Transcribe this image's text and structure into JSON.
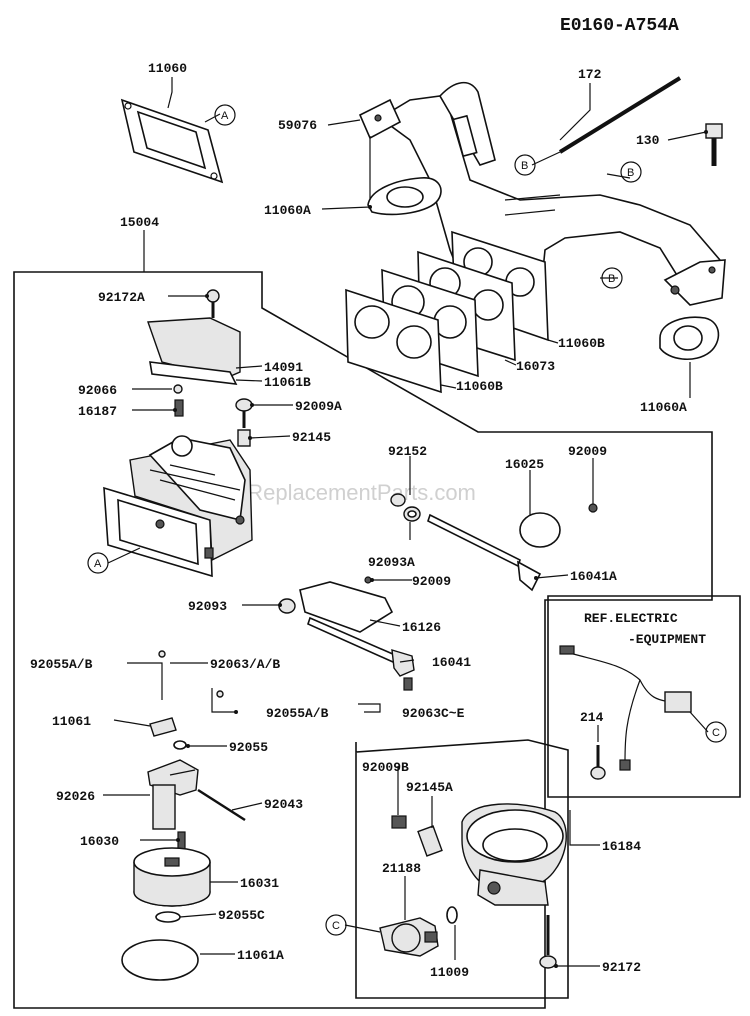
{
  "diagram_code": "E0160-A754A",
  "watermark": "eReplacementParts.com",
  "callout_letters": {
    "a": "A",
    "b": "B",
    "c": "C"
  },
  "box_labels": {
    "ref_line1": "REF.ELECTRIC",
    "ref_line2": "-EQUIPMENT"
  },
  "part_labels": {
    "p11060": "11060",
    "p172": "172",
    "p59076": "59076",
    "p130": "130",
    "p11060A_top": "11060A",
    "p15004": "15004",
    "p92172A": "92172A",
    "p11060B_1": "11060B",
    "p16073": "16073",
    "p11060B_2": "11060B",
    "p11060A_right": "11060A",
    "p14091": "14091",
    "p11061B": "11061B",
    "p92066": "92066",
    "p16187": "16187",
    "p92009A": "92009A",
    "p92145": "92145",
    "p92152": "92152",
    "p16025": "16025",
    "p92009_top": "92009",
    "p92093A": "92093A",
    "p92009_mid": "92009",
    "p16041A": "16041A",
    "p92093": "92093",
    "p16126": "16126",
    "p92055AB_1": "92055A/B",
    "p92063AB": "92063/A/B",
    "p16041": "16041",
    "p92055AB_2": "92055A/B",
    "p92063CE": "92063C~E",
    "p11061": "11061",
    "p92055": "92055",
    "p214": "214",
    "p92026": "92026",
    "p92043": "92043",
    "p92009B": "92009B",
    "p92145A": "92145A",
    "p16030": "16030",
    "p16184": "16184",
    "p21188": "21188",
    "p16031": "16031",
    "p92055C": "92055C",
    "p11009": "11009",
    "p11061A": "11061A",
    "p92172": "92172"
  }
}
